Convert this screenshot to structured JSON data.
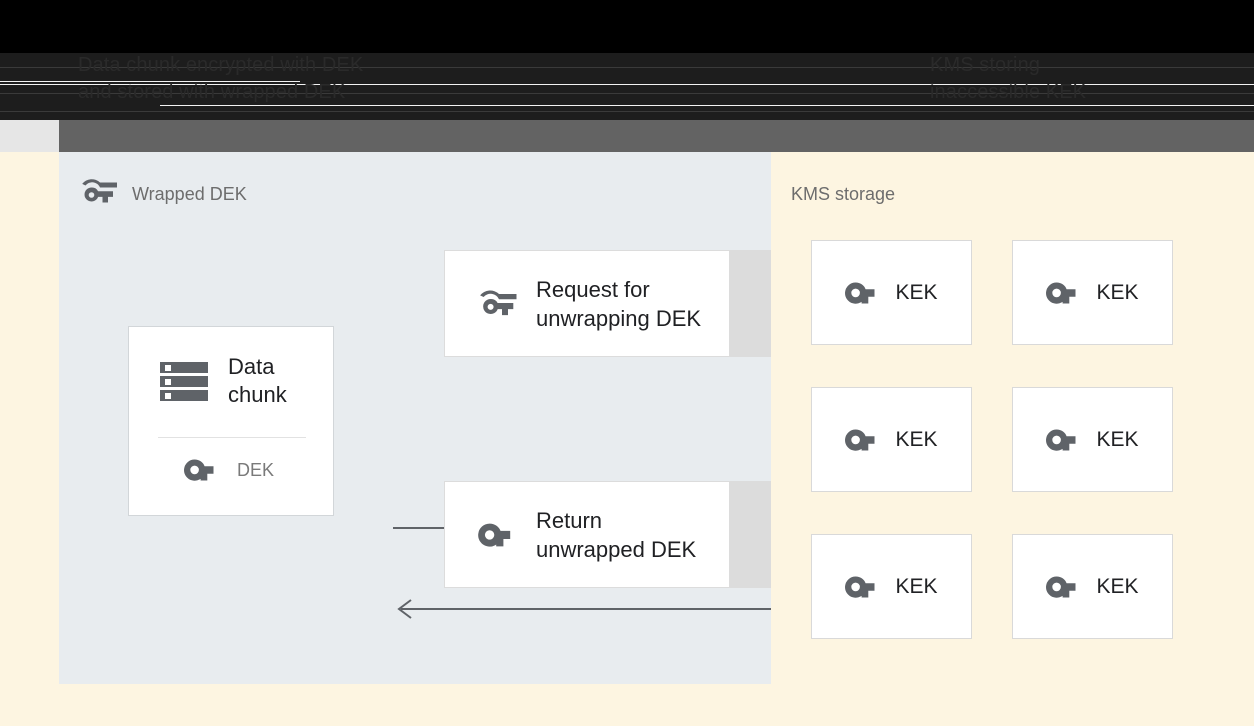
{
  "header": {
    "caption_left": "Data chunk encrypted with DEK\nand stored with wrapped DEK",
    "caption_right": "KMS storing\ninaccessible KEK"
  },
  "left_panel": {
    "title": "Wrapped DEK",
    "title_icon": "wrapped-key-icon",
    "background_color": "#e8ecef",
    "data_card": {
      "icon": "storage-icon",
      "title": "Data\nchunk",
      "key_icon": "key-icon",
      "key_label": "DEK"
    },
    "messages": [
      {
        "icon": "wrapped-key-icon",
        "label": "Request for\nunwrapping DEK",
        "direction": "right"
      },
      {
        "icon": "key-icon",
        "label": "Return\nunwrapped DEK",
        "direction": "left"
      }
    ],
    "arrows": [
      {
        "name": "request-arrow",
        "direction": "right",
        "style": "solid-head"
      },
      {
        "name": "return-arrow",
        "direction": "left",
        "style": "open-head"
      }
    ]
  },
  "right_panel": {
    "title": "KMS storage",
    "background_color": "#fdf5e1",
    "keys": [
      {
        "icon": "key-icon",
        "label": "KEK"
      },
      {
        "icon": "key-icon",
        "label": "KEK"
      },
      {
        "icon": "key-icon",
        "label": "KEK"
      },
      {
        "icon": "key-icon",
        "label": "KEK"
      },
      {
        "icon": "key-icon",
        "label": "KEK"
      },
      {
        "icon": "key-icon",
        "label": "KEK"
      }
    ]
  },
  "colors": {
    "panel_left": "#e8ecef",
    "panel_right": "#fdf5e1",
    "icon_gray": "#5f6368",
    "text_dark": "#202124",
    "text_muted": "#6d6d6d",
    "header_band": "#636363"
  }
}
